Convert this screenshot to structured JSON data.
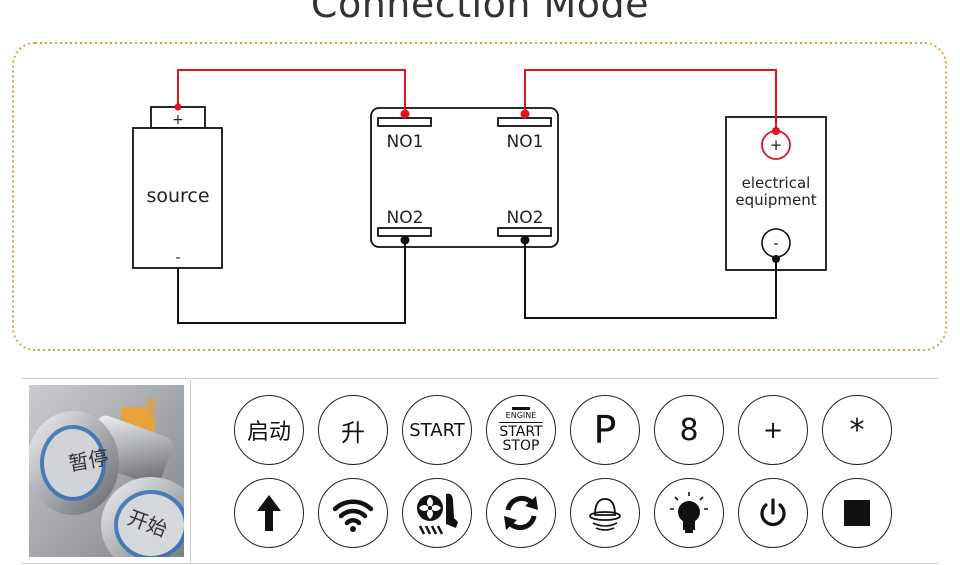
{
  "title": "Connection Mode",
  "source": {
    "label": "source",
    "plus": "+",
    "minus": "-"
  },
  "switch": {
    "no1_left": "NO1",
    "no1_right": "NO1",
    "no2_left": "NO2",
    "no2_right": "NO2"
  },
  "equipment": {
    "line1": "electrical",
    "line2": "equipment",
    "plus": "+",
    "minus": "-"
  },
  "photo": {
    "button1_text": "暂停",
    "button2_text": "开始"
  },
  "icons_row1": [
    {
      "name": "start-cn",
      "text": "启动"
    },
    {
      "name": "rise-cn",
      "text": "升"
    },
    {
      "name": "start",
      "text": "START"
    },
    {
      "name": "engine-start-stop",
      "line1": "ENGINE",
      "line2": "START",
      "line3": "STOP"
    },
    {
      "name": "parking",
      "text": "P"
    },
    {
      "name": "eight",
      "text": "8"
    },
    {
      "name": "plus",
      "text": "+"
    },
    {
      "name": "asterisk",
      "text": "*"
    }
  ],
  "icons_row2": [
    "arrow-up-icon",
    "wifi-icon",
    "fan-seat-icon",
    "refresh-icon",
    "horn-icon",
    "bulb-icon",
    "power-icon",
    "stop-square-icon"
  ],
  "colors": {
    "wire_red": "#e0141e",
    "wire_black": "#111111",
    "border_orange": "#e0a040"
  }
}
